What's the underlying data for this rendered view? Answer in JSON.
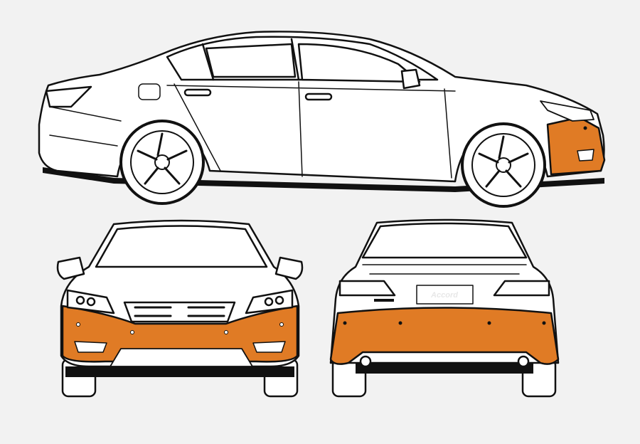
{
  "illustration": {
    "subject": "sedan car blueprint",
    "views": [
      {
        "id": "side",
        "label": "side view"
      },
      {
        "id": "front",
        "label": "front view"
      },
      {
        "id": "rear",
        "label": "rear view"
      }
    ],
    "highlighted_parts": [
      "front bumper",
      "rear bumper"
    ],
    "rear_plate_text": "Accord"
  },
  "colors": {
    "background": "#f2f2f2",
    "highlight": "#e07b25",
    "outline": "#111111",
    "body": "#ffffff"
  }
}
